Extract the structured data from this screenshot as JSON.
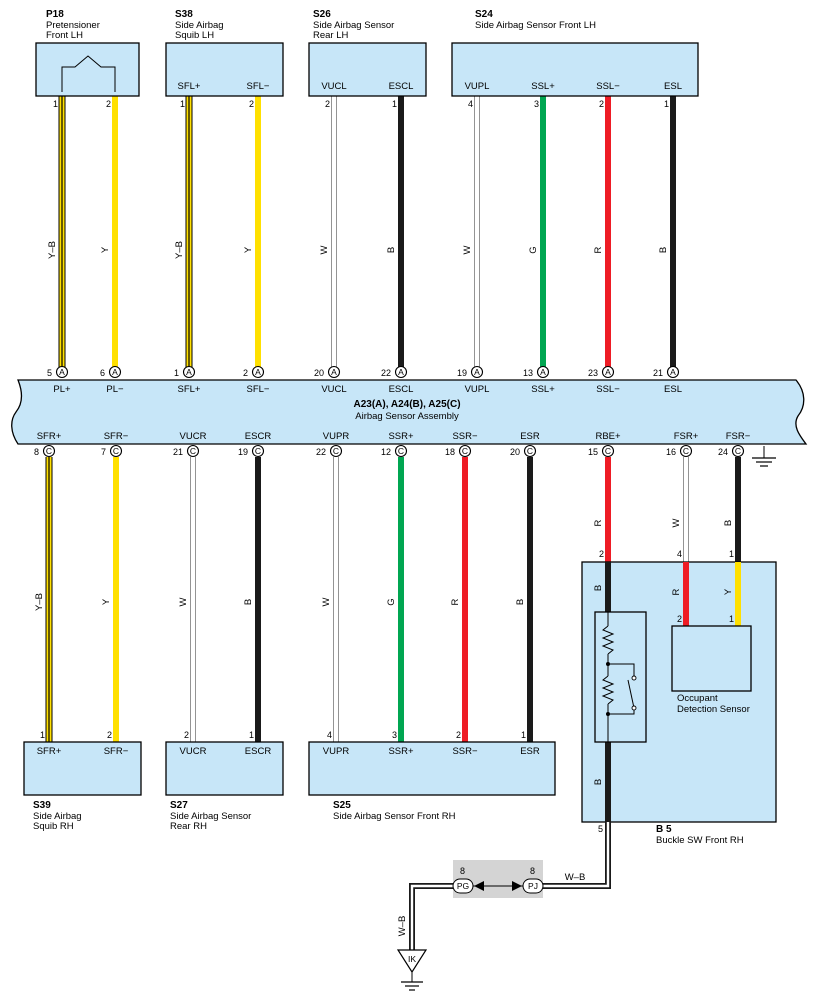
{
  "assembly": {
    "connectors": "A23(A), A24(B), A25(C)",
    "name": "Airbag Sensor Assembly",
    "top_pins": [
      {
        "num": "5",
        "conn": "A",
        "label": "PL+"
      },
      {
        "num": "6",
        "conn": "A",
        "label": "PL−"
      },
      {
        "num": "1",
        "conn": "A",
        "label": "SFL+"
      },
      {
        "num": "2",
        "conn": "A",
        "label": "SFL−"
      },
      {
        "num": "20",
        "conn": "A",
        "label": "VUCL"
      },
      {
        "num": "22",
        "conn": "A",
        "label": "ESCL"
      },
      {
        "num": "19",
        "conn": "A",
        "label": "VUPL"
      },
      {
        "num": "13",
        "conn": "A",
        "label": "SSL+"
      },
      {
        "num": "23",
        "conn": "A",
        "label": "SSL−"
      },
      {
        "num": "21",
        "conn": "A",
        "label": "ESL"
      }
    ],
    "bottom_pins": [
      {
        "num": "8",
        "conn": "C",
        "label": "SFR+"
      },
      {
        "num": "7",
        "conn": "C",
        "label": "SFR−"
      },
      {
        "num": "21",
        "conn": "C",
        "label": "VUCR"
      },
      {
        "num": "19",
        "conn": "C",
        "label": "ESCR"
      },
      {
        "num": "22",
        "conn": "C",
        "label": "VUPR"
      },
      {
        "num": "12",
        "conn": "C",
        "label": "SSR+"
      },
      {
        "num": "18",
        "conn": "C",
        "label": "SSR−"
      },
      {
        "num": "20",
        "conn": "C",
        "label": "ESR"
      },
      {
        "num": "15",
        "conn": "C",
        "label": "RBE+"
      },
      {
        "num": "16",
        "conn": "C",
        "label": "FSR+"
      },
      {
        "num": "24",
        "conn": "C",
        "label": "FSR−"
      }
    ]
  },
  "top_components": [
    {
      "code": "P18",
      "desc": [
        "Pretensioner",
        "Front LH"
      ],
      "pins": [
        {
          "num": "1",
          "label": ""
        },
        {
          "num": "2",
          "label": ""
        }
      ]
    },
    {
      "code": "S38",
      "desc": [
        "Side Airbag",
        "Squib LH"
      ],
      "pins": [
        {
          "num": "1",
          "label": "SFL+"
        },
        {
          "num": "2",
          "label": "SFL−"
        }
      ]
    },
    {
      "code": "S26",
      "desc": [
        "Side Airbag Sensor",
        "Rear LH"
      ],
      "pins": [
        {
          "num": "2",
          "label": "VUCL"
        },
        {
          "num": "1",
          "label": "ESCL"
        }
      ]
    },
    {
      "code": "S24",
      "desc": [
        "Side Airbag Sensor Front LH"
      ],
      "pins": [
        {
          "num": "4",
          "label": "VUPL"
        },
        {
          "num": "3",
          "label": "SSL+"
        },
        {
          "num": "2",
          "label": "SSL−"
        },
        {
          "num": "1",
          "label": "ESL"
        }
      ]
    }
  ],
  "top_wires": [
    "Y–B",
    "Y",
    "Y–B",
    "Y",
    "W",
    "B",
    "W",
    "G",
    "R",
    "B"
  ],
  "bottom_components": [
    {
      "code": "S39",
      "desc": [
        "Side Airbag",
        "Squib RH"
      ],
      "pins": [
        {
          "num": "1",
          "label": "SFR+"
        },
        {
          "num": "2",
          "label": "SFR−"
        }
      ]
    },
    {
      "code": "S27",
      "desc": [
        "Side Airbag Sensor",
        "Rear RH"
      ],
      "pins": [
        {
          "num": "2",
          "label": "VUCR"
        },
        {
          "num": "1",
          "label": "ESCR"
        }
      ]
    },
    {
      "code": "S25",
      "desc": [
        "Side Airbag Sensor Front RH"
      ],
      "pins": [
        {
          "num": "4",
          "label": "VUPR"
        },
        {
          "num": "3",
          "label": "SSR+"
        },
        {
          "num": "2",
          "label": "SSR−"
        },
        {
          "num": "1",
          "label": "ESR"
        }
      ]
    }
  ],
  "bottom_wires": [
    "Y–B",
    "Y",
    "W",
    "B",
    "W",
    "G",
    "R",
    "B"
  ],
  "buckle": {
    "code": "B 5",
    "desc": "Buckle SW Front RH",
    "entry_wires": [
      "R",
      "W",
      "B"
    ],
    "entry_pins": [
      "2",
      "4",
      "1"
    ],
    "inner_wires": [
      "B",
      "R",
      "Y"
    ],
    "inner_pins": [
      "2",
      "1"
    ],
    "lower_wire": "B",
    "out_pin": "5",
    "sensor_desc": [
      "Occupant",
      "Detection Sensor"
    ]
  },
  "ground": {
    "connector_left": {
      "pin": "8",
      "name": "PG"
    },
    "connector_right": {
      "pin": "8",
      "name": "PJ"
    },
    "wire_right": "W–B",
    "wire_down": "W–B",
    "point": "IK"
  },
  "colors": {
    "component_fill": "#c7e6f8",
    "yellow": "#ffe000",
    "green": "#00a651",
    "red": "#ee1c25",
    "black": "#1a1a1a",
    "white": "#ffffff",
    "connector_gray": "#d4d4d4"
  }
}
